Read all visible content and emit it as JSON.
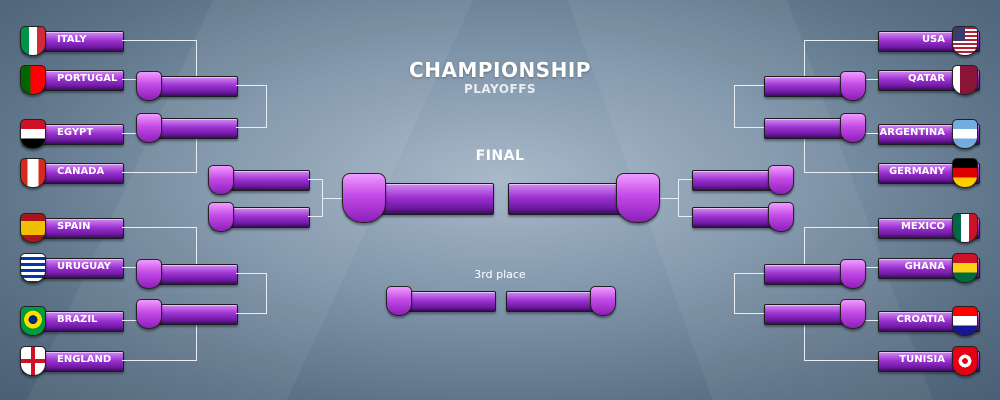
{
  "header": {
    "title": "CHAMPIONSHIP",
    "subtitle": "PLAYOFFS"
  },
  "final": {
    "label": "FINAL"
  },
  "third_place": {
    "label": "3rd place"
  },
  "left_teams": [
    {
      "name": "ITALY",
      "flag": "italy-flag-icon",
      "colors": [
        "#009246",
        "#ffffff",
        "#ce2b37"
      ]
    },
    {
      "name": "PORTUGAL",
      "flag": "portugal-flag-icon",
      "colors": [
        "#006600",
        "#ff0000"
      ]
    },
    {
      "name": "EGYPT",
      "flag": "egypt-flag-icon",
      "colors": [
        "#ce1126",
        "#ffffff",
        "#000000"
      ]
    },
    {
      "name": "CANADA",
      "flag": "canada-flag-icon",
      "colors": [
        "#d52b1e",
        "#ffffff"
      ]
    },
    {
      "name": "SPAIN",
      "flag": "spain-flag-icon",
      "colors": [
        "#aa151b",
        "#f1bf00"
      ]
    },
    {
      "name": "URUGUAY",
      "flag": "uruguay-flag-icon",
      "colors": [
        "#ffffff",
        "#0038a8",
        "#fcd116"
      ]
    },
    {
      "name": "BRAZIL",
      "flag": "brazil-flag-icon",
      "colors": [
        "#009c3b",
        "#ffdf00",
        "#002776"
      ]
    },
    {
      "name": "ENGLAND",
      "flag": "england-flag-icon",
      "colors": [
        "#ffffff",
        "#ce1124"
      ]
    }
  ],
  "right_teams": [
    {
      "name": "USA",
      "flag": "usa-flag-icon",
      "colors": [
        "#b22234",
        "#ffffff",
        "#3c3b6e"
      ]
    },
    {
      "name": "QATAR",
      "flag": "qatar-flag-icon",
      "colors": [
        "#8a1538",
        "#ffffff"
      ]
    },
    {
      "name": "ARGENTINA",
      "flag": "argentina-flag-icon",
      "colors": [
        "#74acdf",
        "#ffffff",
        "#f6b40e"
      ]
    },
    {
      "name": "GERMANY",
      "flag": "germany-flag-icon",
      "colors": [
        "#000000",
        "#dd0000",
        "#ffce00"
      ]
    },
    {
      "name": "MEXICO",
      "flag": "mexico-flag-icon",
      "colors": [
        "#006847",
        "#ffffff",
        "#ce1126"
      ]
    },
    {
      "name": "GHANA",
      "flag": "ghana-flag-icon",
      "colors": [
        "#ce1126",
        "#fcd116",
        "#006b3f"
      ]
    },
    {
      "name": "CROATIA",
      "flag": "croatia-flag-icon",
      "colors": [
        "#ff0000",
        "#ffffff",
        "#171796"
      ]
    },
    {
      "name": "TUNISIA",
      "flag": "tunisia-flag-icon",
      "colors": [
        "#e70013",
        "#ffffff"
      ]
    }
  ],
  "theme": {
    "slot_color": "#9b31d1",
    "line_color": "#e8eef4",
    "background": "#7f95aa"
  },
  "watermark_id": "647181651"
}
